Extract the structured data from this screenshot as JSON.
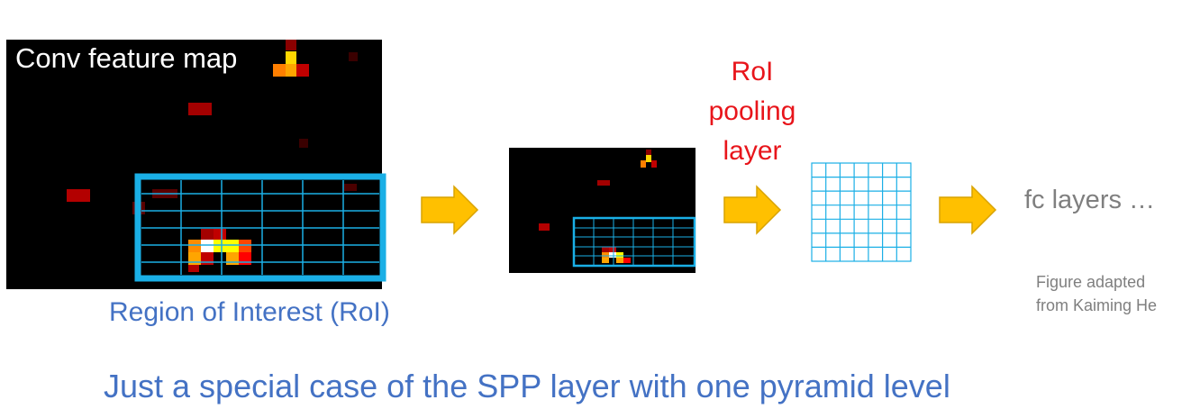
{
  "feature_map": {
    "title": "Conv feature map"
  },
  "pooling": {
    "label_lines": [
      "RoI",
      "pooling",
      "layer"
    ]
  },
  "fc": {
    "label": "fc layers …"
  },
  "credit": {
    "lines": [
      "Figure adapted",
      "from Kaiming He"
    ]
  },
  "captions": {
    "roi": "Region of Interest (RoI)",
    "main": "Just a special case of the SPP layer with one pyramid level"
  },
  "colors": {
    "roi_box": "#1aafe6",
    "grid_line": "#1aafe6",
    "arrow": "#ffc000",
    "arrow_stroke": "#d9a300",
    "heat_red": "#c00000",
    "heat_orange": "#ff8c00",
    "heat_yellow": "#ffff00",
    "heat_dark": "#5a0000"
  },
  "icons": [
    "right-arrow-icon"
  ]
}
